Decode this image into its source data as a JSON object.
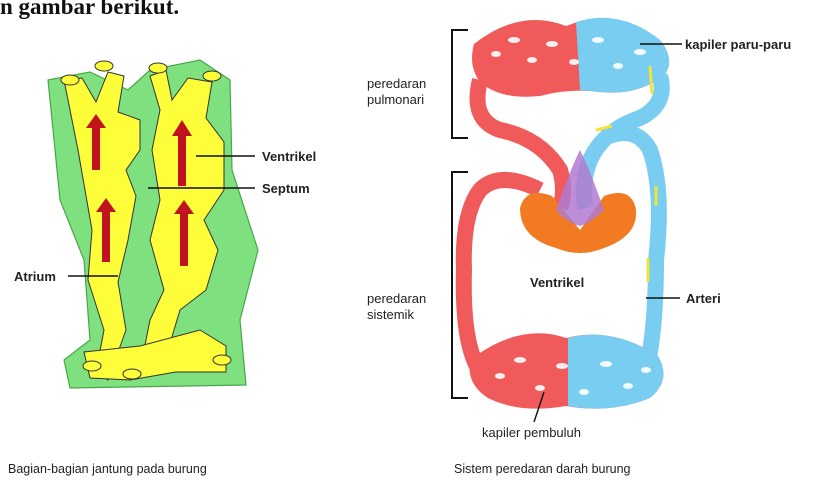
{
  "heading": "n gambar berikut.",
  "left_diagram": {
    "labels": {
      "ventrikel": "Ventrikel",
      "septum": "Septum",
      "atrium": "Atrium"
    },
    "caption": "Bagian-bagian jantung pada burung"
  },
  "right_diagram": {
    "labels": {
      "kapiler_paru": "kapiler paru-paru",
      "peredaran_pulmonari_1": "peredaran",
      "peredaran_pulmonari_2": "pulmonari",
      "peredaran_sistemik_1": "peredaran",
      "peredaran_sistemik_2": "sistemik",
      "ventrikel": "Ventrikel",
      "arteri": "Arteri",
      "kapiler_pembuluh": "kapiler pembuluh"
    },
    "caption": "Sistem peredaran darah burung"
  },
  "colors": {
    "heart_green": "#7fe07f",
    "heart_yellow": "#fdfd3a",
    "arrow_red": "#c1121f",
    "blood_red": "#f15a5a",
    "blood_blue": "#78cdf1",
    "ventricle_orange": "#f27a22",
    "mix_purple": "#b07ad0"
  }
}
